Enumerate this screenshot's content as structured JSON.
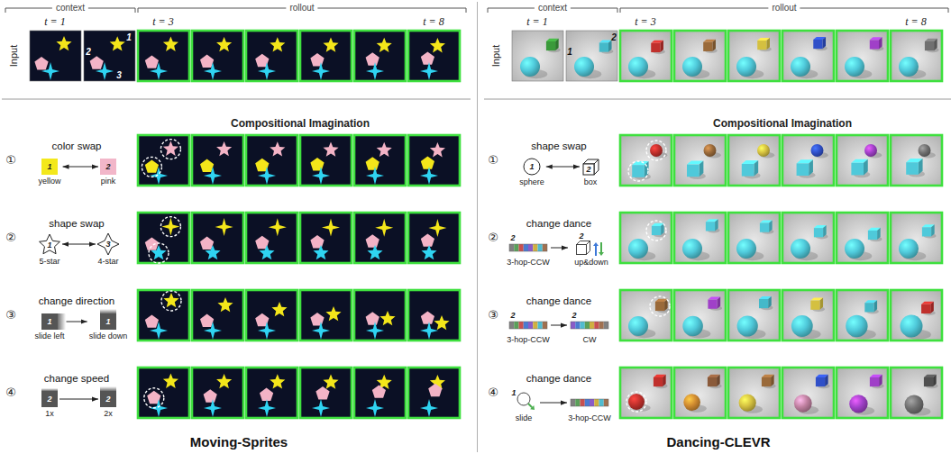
{
  "diagram": {
    "nodes": [
      {
        "text": [
          "1",
          "yellow"
        ]
      },
      {
        "text": [
          "2",
          "pink"
        ]
      },
      {
        "text": [
          "1",
          "5-star"
        ]
      },
      {
        "text": [
          "3",
          "4-star"
        ]
      },
      {
        "text": [
          "1",
          "slide left"
        ]
      },
      {
        "text": [
          "1",
          "slide down"
        ]
      },
      {
        "text": [
          "2",
          "1x"
        ]
      },
      {
        "text": [
          "2",
          "2x"
        ]
      },
      {
        "text": [
          "1",
          "sphere"
        ]
      },
      {
        "text": [
          "2",
          "box"
        ]
      }
    ],
    "edges": [
      {
        "from": 0,
        "to": 1,
        "arrow": "both"
      },
      {
        "from": 2,
        "to": 3,
        "arrow": "both"
      },
      {
        "from": 4,
        "to": 5,
        "arrow": "to"
      },
      {
        "from": 6,
        "to": 7,
        "arrow": "to"
      },
      {
        "from": 8,
        "to": 9,
        "arrow": "both"
      }
    ],
    "labels": [
      "context",
      "rollout",
      "t = 1",
      "t = 3",
      "t = 8",
      "Input",
      "1",
      "2",
      "3",
      "Compositional Imagination",
      "①",
      "color swap",
      "②",
      "shape swap",
      "③",
      "change direction",
      "④",
      "change speed",
      "Moving-Sprites",
      "context",
      "rollout",
      "t = 1",
      "t = 3",
      "t = 8",
      "Input",
      "2",
      "1",
      "Compositional Imagination",
      "①",
      "shape swap",
      "②",
      "change dance",
      "2",
      "3-hop-CCW",
      "2",
      "up&down",
      "③",
      "change dance",
      "2",
      "3-hop-CCW",
      "2",
      "CW",
      "④",
      "change dance",
      "1",
      "slide",
      "3-hop-CCW",
      "Dancing-CLEVR"
    ]
  }
}
